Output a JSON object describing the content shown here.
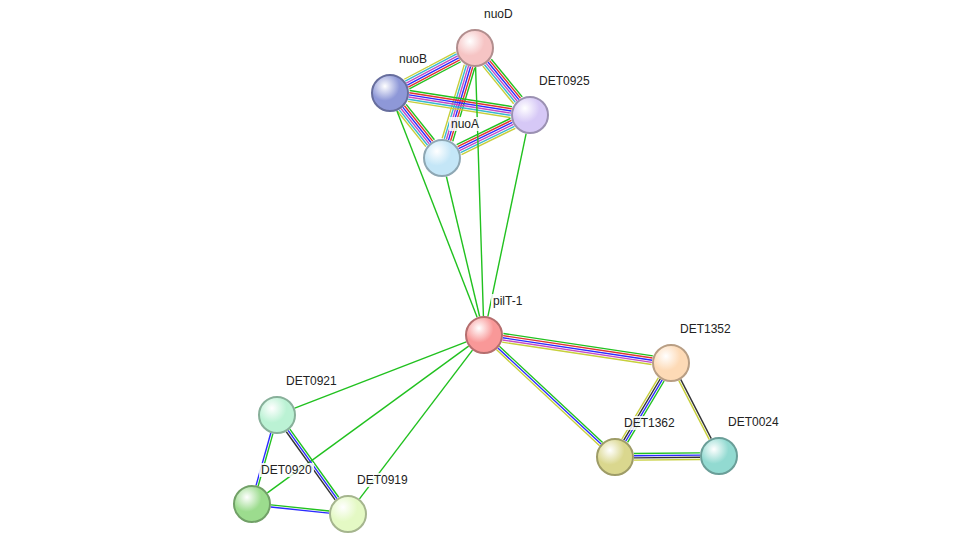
{
  "diagram": {
    "nodes": [
      {
        "text": [
          "nuoD"
        ]
      },
      {
        "text": [
          "nuoB"
        ]
      },
      {
        "text": [
          "DET0925"
        ]
      },
      {
        "text": [
          "nuoA"
        ]
      },
      {
        "text": [
          "pilT-1"
        ]
      },
      {
        "text": [
          "DET1352"
        ]
      },
      {
        "text": [
          "DET0921"
        ]
      },
      {
        "text": [
          "DET1362"
        ]
      },
      {
        "text": [
          "DET0024"
        ]
      },
      {
        "text": [
          "DET0920"
        ]
      },
      {
        "text": [
          "DET0919"
        ]
      }
    ],
    "edges": [
      {
        "from": 0,
        "to": 1,
        "arrow": "none"
      },
      {
        "from": 0,
        "to": 2,
        "arrow": "none"
      },
      {
        "from": 0,
        "to": 3,
        "arrow": "none"
      },
      {
        "from": 1,
        "to": 2,
        "arrow": "none"
      },
      {
        "from": 1,
        "to": 3,
        "arrow": "none"
      },
      {
        "from": 3,
        "to": 2,
        "arrow": "none"
      },
      {
        "from": 4,
        "to": 0,
        "arrow": "none"
      },
      {
        "from": 4,
        "to": 1,
        "arrow": "none"
      },
      {
        "from": 4,
        "to": 3,
        "arrow": "none"
      },
      {
        "from": 4,
        "to": 2,
        "arrow": "none"
      },
      {
        "from": 4,
        "to": 5,
        "arrow": "none"
      },
      {
        "from": 4,
        "to": 7,
        "arrow": "none"
      },
      {
        "from": 4,
        "to": 6,
        "arrow": "none"
      },
      {
        "from": 4,
        "to": 9,
        "arrow": "none"
      },
      {
        "from": 4,
        "to": 10,
        "arrow": "none"
      },
      {
        "from": 5,
        "to": 7,
        "arrow": "none"
      },
      {
        "from": 5,
        "to": 8,
        "arrow": "none"
      },
      {
        "from": 7,
        "to": 8,
        "arrow": "none"
      },
      {
        "from": 6,
        "to": 9,
        "arrow": "none"
      },
      {
        "from": 6,
        "to": 10,
        "arrow": "none"
      },
      {
        "from": 9,
        "to": 10,
        "arrow": "none"
      }
    ]
  }
}
